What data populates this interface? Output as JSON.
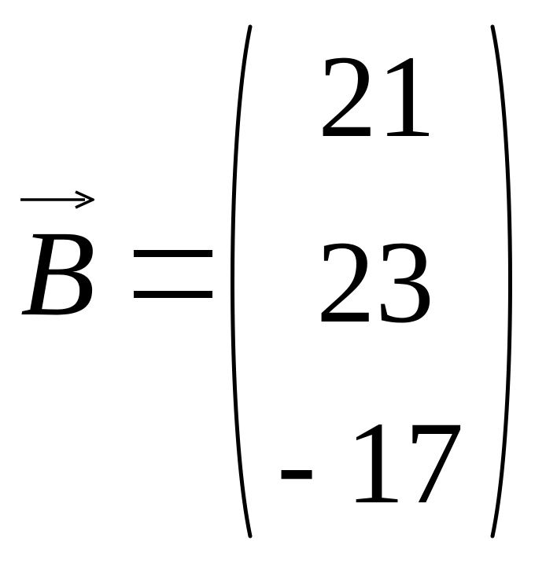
{
  "formula": {
    "vector_symbol": "B",
    "equals_sign": "=",
    "entries": [
      "21",
      "23",
      "- 17"
    ]
  },
  "icons": {
    "vector_arrow": "right-arrow-icon",
    "left_paren": "left-parenthesis",
    "right_paren": "right-parenthesis"
  }
}
